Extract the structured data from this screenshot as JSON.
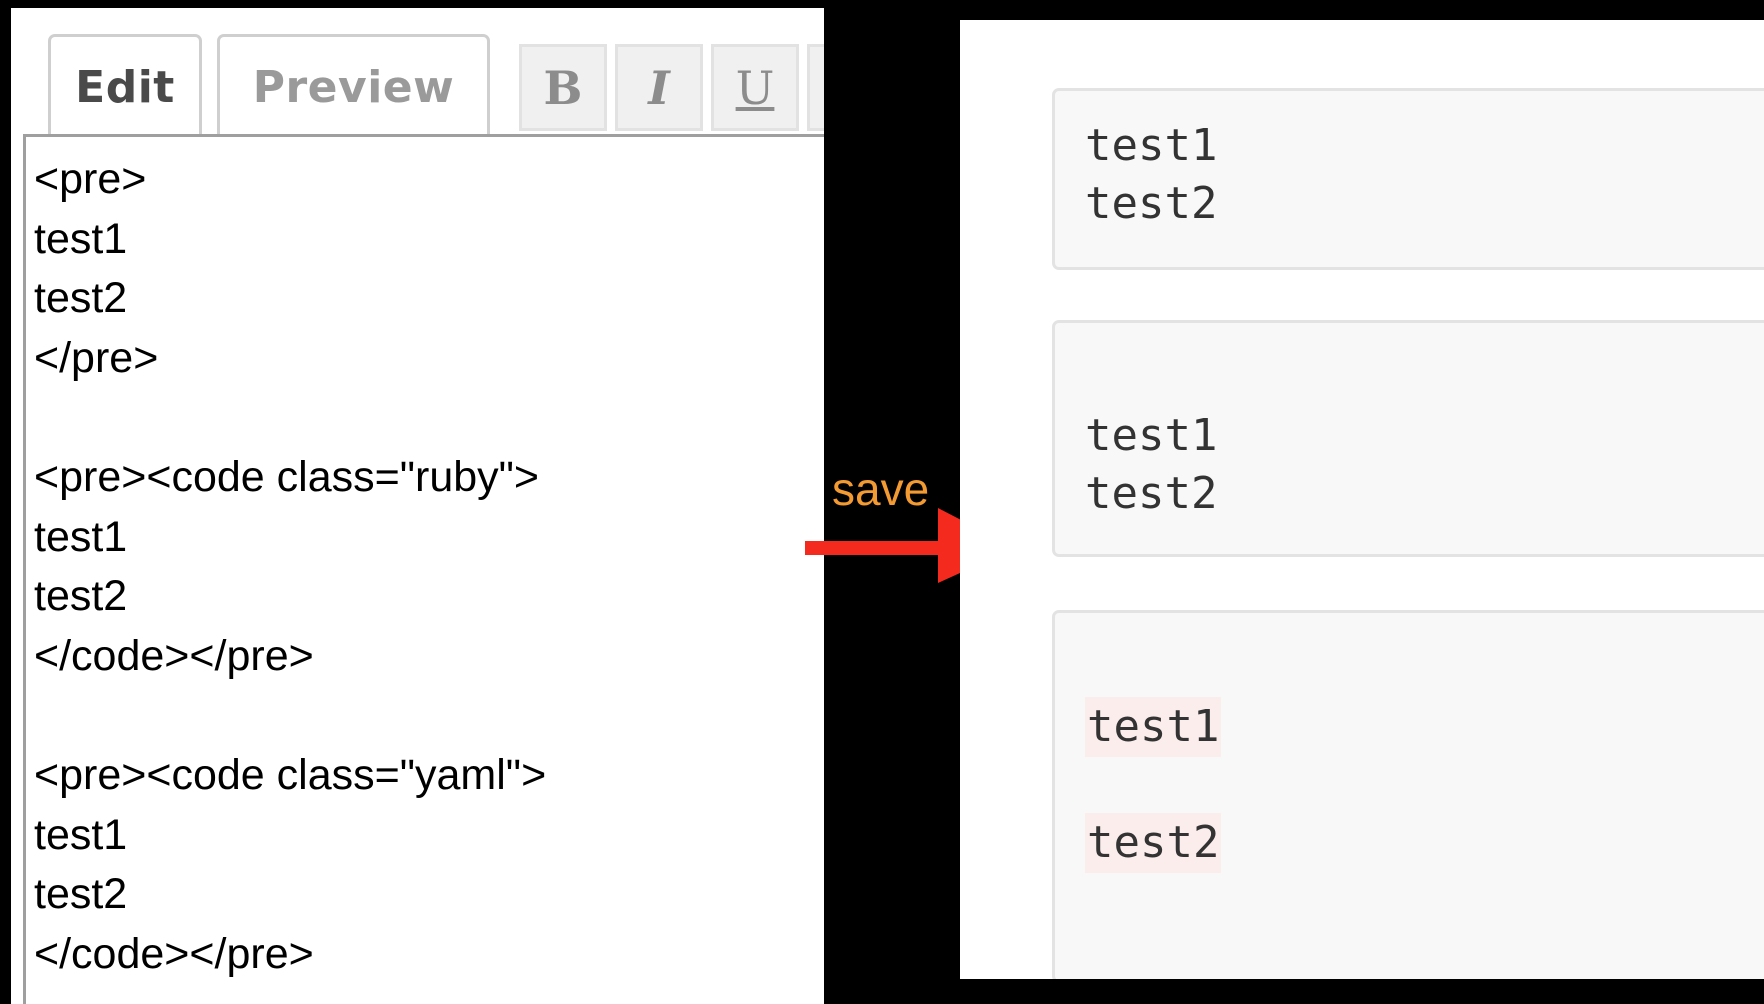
{
  "editor": {
    "tabs": [
      {
        "label": "Edit",
        "active": true
      },
      {
        "label": "Preview",
        "active": false
      }
    ],
    "toolbar": {
      "bold_label": "B",
      "italic_label": "I",
      "underline_label": "U"
    },
    "content": "<pre>\ntest1\ntest2\n</pre>\n\n<pre><code class=\"ruby\">\ntest1\ntest2\n</code></pre>\n\n<pre><code class=\"yaml\">\ntest1\ntest2\n</code></pre>"
  },
  "arrow": {
    "label": "save",
    "label_color": "#f39a32",
    "arrow_color": "#f42a1e"
  },
  "preview": {
    "blocks": [
      {
        "lines": [
          "test1",
          "test2"
        ]
      },
      {
        "lines": [
          "test1",
          "test2"
        ]
      },
      {
        "lines": [
          "test1",
          "test2"
        ],
        "highlighted": true
      }
    ]
  }
}
